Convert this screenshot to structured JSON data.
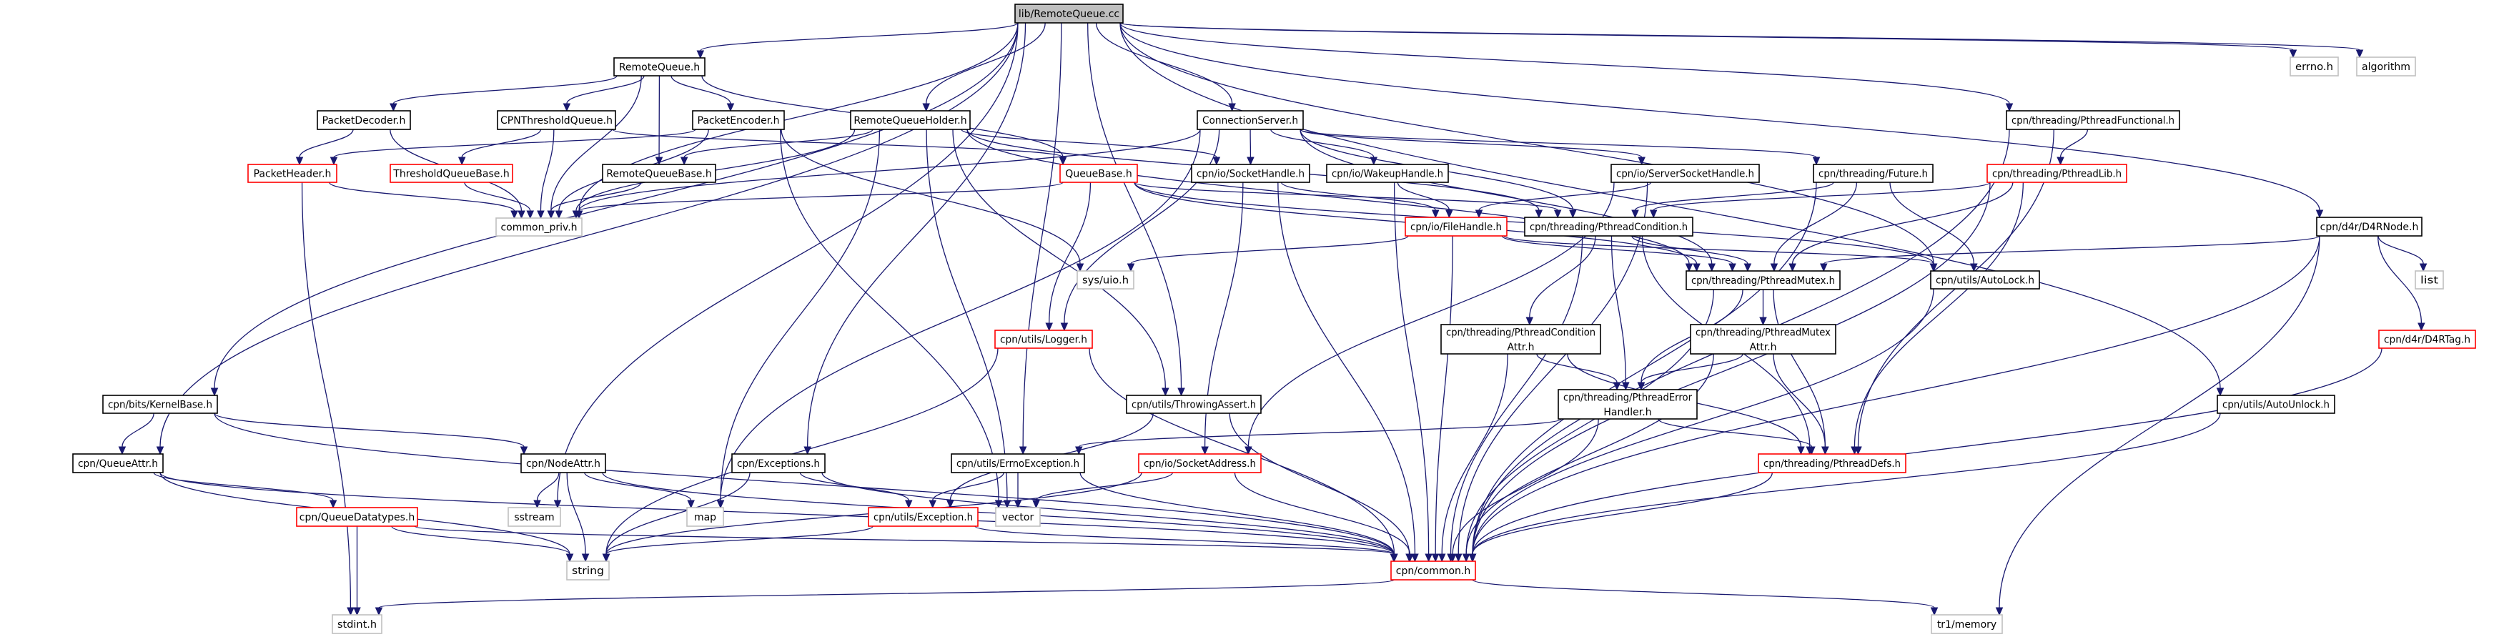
{
  "title": "lib/RemoteQueue.cc",
  "colors": {
    "edge": "#191970",
    "normal_border": "#000000",
    "red_border": "#ff0000",
    "external_border": "#bfbfbf",
    "root_fill": "#bfbfbf"
  },
  "nodes": [
    {
      "lines": [
        "lib/RemoteQueue.cc"
      ],
      "kind": "root"
    },
    {
      "lines": [
        "RemoteQueue.h"
      ],
      "kind": "normal"
    },
    {
      "lines": [
        "RemoteQueueHolder.h"
      ],
      "kind": "normal"
    },
    {
      "lines": [
        "ConnectionServer.h"
      ],
      "kind": "normal"
    },
    {
      "lines": [
        "errno.h"
      ],
      "kind": "external"
    },
    {
      "lines": [
        "algorithm"
      ],
      "kind": "external"
    },
    {
      "lines": [
        "PacketDecoder.h"
      ],
      "kind": "normal"
    },
    {
      "lines": [
        "CPNThresholdQueue.h"
      ],
      "kind": "normal"
    },
    {
      "lines": [
        "PacketEncoder.h"
      ],
      "kind": "normal"
    },
    {
      "lines": [
        "cpn/threading/PthreadFunctional.h"
      ],
      "kind": "normal"
    },
    {
      "lines": [
        "PacketHeader.h"
      ],
      "kind": "red"
    },
    {
      "lines": [
        "ThresholdQueueBase.h"
      ],
      "kind": "red"
    },
    {
      "lines": [
        "RemoteQueueBase.h"
      ],
      "kind": "normal"
    },
    {
      "lines": [
        "QueueBase.h"
      ],
      "kind": "red"
    },
    {
      "lines": [
        "cpn/io/SocketHandle.h"
      ],
      "kind": "normal"
    },
    {
      "lines": [
        "cpn/io/WakeupHandle.h"
      ],
      "kind": "normal"
    },
    {
      "lines": [
        "cpn/io/ServerSocketHandle.h"
      ],
      "kind": "normal"
    },
    {
      "lines": [
        "cpn/threading/Future.h"
      ],
      "kind": "normal"
    },
    {
      "lines": [
        "cpn/threading/PthreadLib.h"
      ],
      "kind": "red"
    },
    {
      "lines": [
        "common_priv.h"
      ],
      "kind": "external"
    },
    {
      "lines": [
        "cpn/io/FileHandle.h"
      ],
      "kind": "red"
    },
    {
      "lines": [
        "cpn/threading/PthreadCondition.h"
      ],
      "kind": "normal"
    },
    {
      "lines": [
        "cpn/d4r/D4RNode.h"
      ],
      "kind": "normal"
    },
    {
      "lines": [
        "sys/uio.h"
      ],
      "kind": "external"
    },
    {
      "lines": [
        "cpn/threading/PthreadMutex.h"
      ],
      "kind": "normal"
    },
    {
      "lines": [
        "cpn/utils/AutoLock.h"
      ],
      "kind": "normal"
    },
    {
      "lines": [
        "list"
      ],
      "kind": "external"
    },
    {
      "lines": [
        "cpn/utils/Logger.h"
      ],
      "kind": "red"
    },
    {
      "lines": [
        "cpn/threading/PthreadCondition",
        "Attr.h"
      ],
      "kind": "normal"
    },
    {
      "lines": [
        "cpn/threading/PthreadMutex",
        "Attr.h"
      ],
      "kind": "normal"
    },
    {
      "lines": [
        "cpn/d4r/D4RTag.h"
      ],
      "kind": "red"
    },
    {
      "lines": [
        "cpn/bits/KernelBase.h"
      ],
      "kind": "normal"
    },
    {
      "lines": [
        "cpn/utils/ThrowingAssert.h"
      ],
      "kind": "normal"
    },
    {
      "lines": [
        "cpn/threading/PthreadError",
        "Handler.h"
      ],
      "kind": "normal"
    },
    {
      "lines": [
        "cpn/utils/AutoUnlock.h"
      ],
      "kind": "normal"
    },
    {
      "lines": [
        "cpn/QueueAttr.h"
      ],
      "kind": "normal"
    },
    {
      "lines": [
        "cpn/NodeAttr.h"
      ],
      "kind": "normal"
    },
    {
      "lines": [
        "cpn/Exceptions.h"
      ],
      "kind": "normal"
    },
    {
      "lines": [
        "cpn/utils/ErrnoException.h"
      ],
      "kind": "normal"
    },
    {
      "lines": [
        "cpn/io/SocketAddress.h"
      ],
      "kind": "red"
    },
    {
      "lines": [
        "cpn/threading/PthreadDefs.h"
      ],
      "kind": "red"
    },
    {
      "lines": [
        "cpn/QueueDatatypes.h"
      ],
      "kind": "red"
    },
    {
      "lines": [
        "sstream"
      ],
      "kind": "external"
    },
    {
      "lines": [
        "map"
      ],
      "kind": "external"
    },
    {
      "lines": [
        "cpn/utils/Exception.h"
      ],
      "kind": "red"
    },
    {
      "lines": [
        "vector"
      ],
      "kind": "external"
    },
    {
      "lines": [
        "string"
      ],
      "kind": "external"
    },
    {
      "lines": [
        "cpn/common.h"
      ],
      "kind": "red"
    },
    {
      "lines": [
        "stdint.h"
      ],
      "kind": "external"
    },
    {
      "lines": [
        "tr1/memory"
      ],
      "kind": "external"
    }
  ],
  "edges": [
    [
      "lib/RemoteQueue.cc",
      "RemoteQueue.h"
    ],
    [
      "lib/RemoteQueue.cc",
      "RemoteQueueHolder.h"
    ],
    [
      "lib/RemoteQueue.cc",
      "ConnectionServer.h"
    ],
    [
      "lib/RemoteQueue.cc",
      "common_priv.h"
    ],
    [
      "lib/RemoteQueue.cc",
      "cpn/bits/KernelBase.h"
    ],
    [
      "lib/RemoteQueue.cc",
      "cpn/QueueAttr.h"
    ],
    [
      "lib/RemoteQueue.cc",
      "sstream"
    ],
    [
      "lib/RemoteQueue.cc",
      "cpn/Exceptions.h"
    ],
    [
      "lib/RemoteQueue.cc",
      "cpn/utils/ErrnoException.h"
    ],
    [
      "lib/RemoteQueue.cc",
      "cpn/utils/ThrowingAssert.h"
    ],
    [
      "lib/RemoteQueue.cc",
      "cpn/threading/PthreadFunctional.h"
    ],
    [
      "lib/RemoteQueue.cc",
      "cpn/utils/AutoLock.h"
    ],
    [
      "lib/RemoteQueue.cc",
      "cpn/utils/AutoUnlock.h"
    ],
    [
      "lib/RemoteQueue.cc",
      "cpn/d4r/D4RNode.h"
    ],
    [
      "lib/RemoteQueue.cc",
      "errno.h"
    ],
    [
      "lib/RemoteQueue.cc",
      "algorithm"
    ],
    [
      "RemoteQueue.h",
      "PacketDecoder.h"
    ],
    [
      "RemoteQueue.h",
      "CPNThresholdQueue.h"
    ],
    [
      "RemoteQueue.h",
      "PacketEncoder.h"
    ],
    [
      "RemoteQueue.h",
      "RemoteQueueBase.h"
    ],
    [
      "RemoteQueue.h",
      "common_priv.h"
    ],
    [
      "RemoteQueue.h",
      "QueueBase.h"
    ],
    [
      "PacketDecoder.h",
      "PacketHeader.h"
    ],
    [
      "PacketDecoder.h",
      "common_priv.h"
    ],
    [
      "CPNThresholdQueue.h",
      "ThresholdQueueBase.h"
    ],
    [
      "CPNThresholdQueue.h",
      "common_priv.h"
    ],
    [
      "CPNThresholdQueue.h",
      "QueueBase.h"
    ],
    [
      "PacketEncoder.h",
      "PacketHeader.h"
    ],
    [
      "PacketEncoder.h",
      "common_priv.h"
    ],
    [
      "PacketEncoder.h",
      "vector"
    ],
    [
      "PacketEncoder.h",
      "sys/uio.h"
    ],
    [
      "PacketHeader.h",
      "common_priv.h"
    ],
    [
      "PacketHeader.h",
      "stdint.h"
    ],
    [
      "ThresholdQueueBase.h",
      "common_priv.h"
    ],
    [
      "RemoteQueueBase.h",
      "common_priv.h"
    ],
    [
      "RemoteQueueHolder.h",
      "RemoteQueueBase.h"
    ],
    [
      "RemoteQueueHolder.h",
      "common_priv.h"
    ],
    [
      "RemoteQueueHolder.h",
      "map"
    ],
    [
      "RemoteQueueHolder.h",
      "vector"
    ],
    [
      "RemoteQueueHolder.h",
      "cpn/io/SocketHandle.h"
    ],
    [
      "RemoteQueueHolder.h",
      "cpn/threading/PthreadMutex.h"
    ],
    [
      "RemoteQueueHolder.h",
      "cpn/threading/PthreadCondition.h"
    ],
    [
      "RemoteQueueHolder.h",
      "cpn/utils/ThrowingAssert.h"
    ],
    [
      "ConnectionServer.h",
      "cpn/io/SocketHandle.h"
    ],
    [
      "ConnectionServer.h",
      "cpn/io/WakeupHandle.h"
    ],
    [
      "ConnectionServer.h",
      "cpn/io/ServerSocketHandle.h"
    ],
    [
      "ConnectionServer.h",
      "cpn/threading/Future.h"
    ],
    [
      "ConnectionServer.h",
      "cpn/threading/PthreadMutex.h"
    ],
    [
      "ConnectionServer.h",
      "cpn/threading/PthreadCondition.h"
    ],
    [
      "ConnectionServer.h",
      "common_priv.h"
    ],
    [
      "ConnectionServer.h",
      "cpn/utils/Logger.h"
    ],
    [
      "ConnectionServer.h",
      "map"
    ],
    [
      "QueueBase.h",
      "common_priv.h"
    ],
    [
      "QueueBase.h",
      "cpn/utils/Logger.h"
    ],
    [
      "QueueBase.h",
      "cpn/threading/PthreadMutex.h"
    ],
    [
      "QueueBase.h",
      "cpn/threading/PthreadCondition.h"
    ],
    [
      "QueueBase.h",
      "cpn/utils/AutoLock.h"
    ],
    [
      "cpn/io/SocketHandle.h",
      "cpn/io/FileHandle.h"
    ],
    [
      "cpn/io/SocketHandle.h",
      "cpn/io/SocketAddress.h"
    ],
    [
      "cpn/io/SocketHandle.h",
      "cpn/common.h"
    ],
    [
      "cpn/io/WakeupHandle.h",
      "cpn/io/FileHandle.h"
    ],
    [
      "cpn/io/WakeupHandle.h",
      "cpn/common.h"
    ],
    [
      "cpn/io/ServerSocketHandle.h",
      "cpn/io/FileHandle.h"
    ],
    [
      "cpn/io/ServerSocketHandle.h",
      "cpn/io/SocketAddress.h"
    ],
    [
      "cpn/io/ServerSocketHandle.h",
      "cpn/common.h"
    ],
    [
      "cpn/io/FileHandle.h",
      "sys/uio.h"
    ],
    [
      "cpn/io/FileHandle.h",
      "cpn/common.h"
    ],
    [
      "cpn/io/FileHandle.h",
      "cpn/threading/PthreadMutex.h"
    ],
    [
      "cpn/io/FileHandle.h",
      "cpn/utils/AutoLock.h"
    ],
    [
      "cpn/threading/PthreadCondition.h",
      "cpn/threading/PthreadMutex.h"
    ],
    [
      "cpn/threading/PthreadCondition.h",
      "cpn/threading/PthreadConditionAttr.h"
    ],
    [
      "cpn/threading/PthreadCondition.h",
      "cpn/threading/PthreadErrorHandler.h"
    ],
    [
      "cpn/threading/PthreadCondition.h",
      "cpn/threading/PthreadDefs.h"
    ],
    [
      "cpn/threading/PthreadCondition.h",
      "cpn/common.h"
    ],
    [
      "cpn/threading/Future.h",
      "cpn/threading/PthreadCondition.h"
    ],
    [
      "cpn/threading/Future.h",
      "cpn/threading/PthreadMutex.h"
    ],
    [
      "cpn/threading/Future.h",
      "cpn/utils/AutoLock.h"
    ],
    [
      "cpn/threading/Future.h",
      "cpn/common.h"
    ],
    [
      "cpn/threading/PthreadFunctional.h",
      "cpn/threading/PthreadLib.h"
    ],
    [
      "cpn/threading/PthreadFunctional.h",
      "cpn/threading/PthreadDefs.h"
    ],
    [
      "cpn/threading/PthreadFunctional.h",
      "cpn/common.h"
    ],
    [
      "cpn/threading/PthreadLib.h",
      "cpn/threading/PthreadCondition.h"
    ],
    [
      "cpn/threading/PthreadLib.h",
      "cpn/threading/PthreadMutex.h"
    ],
    [
      "cpn/threading/PthreadLib.h",
      "cpn/threading/PthreadDefs.h"
    ],
    [
      "cpn/threading/PthreadLib.h",
      "cpn/common.h"
    ],
    [
      "cpn/threading/PthreadMutex.h",
      "cpn/threading/PthreadMutexAttr.h"
    ],
    [
      "cpn/threading/PthreadMutex.h",
      "cpn/threading/PthreadErrorHandler.h"
    ],
    [
      "cpn/threading/PthreadMutex.h",
      "cpn/threading/PthreadDefs.h"
    ],
    [
      "cpn/threading/PthreadMutex.h",
      "cpn/common.h"
    ],
    [
      "cpn/utils/AutoLock.h",
      "cpn/common.h"
    ],
    [
      "cpn/d4r/D4RNode.h",
      "cpn/threading/PthreadMutex.h"
    ],
    [
      "cpn/d4r/D4RNode.h",
      "list"
    ],
    [
      "cpn/d4r/D4RNode.h",
      "cpn/d4r/D4RTag.h"
    ],
    [
      "cpn/d4r/D4RNode.h",
      "cpn/common.h"
    ],
    [
      "cpn/d4r/D4RNode.h",
      "tr1/memory"
    ],
    [
      "cpn/d4r/D4RTag.h",
      "cpn/common.h"
    ],
    [
      "cpn/utils/AutoUnlock.h",
      "cpn/common.h"
    ],
    [
      "cpn/threading/PthreadConditionAttr.h",
      "cpn/threading/PthreadErrorHandler.h"
    ],
    [
      "cpn/threading/PthreadConditionAttr.h",
      "cpn/threading/PthreadDefs.h"
    ],
    [
      "cpn/threading/PthreadConditionAttr.h",
      "cpn/common.h"
    ],
    [
      "cpn/threading/PthreadMutexAttr.h",
      "cpn/threading/PthreadErrorHandler.h"
    ],
    [
      "cpn/threading/PthreadMutexAttr.h",
      "cpn/threading/PthreadDefs.h"
    ],
    [
      "cpn/threading/PthreadMutexAttr.h",
      "cpn/common.h"
    ],
    [
      "cpn/threading/PthreadErrorHandler.h",
      "cpn/utils/ErrnoException.h"
    ],
    [
      "cpn/threading/PthreadErrorHandler.h",
      "cpn/threading/PthreadDefs.h"
    ],
    [
      "cpn/threading/PthreadErrorHandler.h",
      "cpn/common.h"
    ],
    [
      "cpn/threading/PthreadDefs.h",
      "cpn/common.h"
    ],
    [
      "cpn/utils/Logger.h",
      "string"
    ],
    [
      "cpn/utils/Logger.h",
      "cpn/common.h"
    ],
    [
      "cpn/utils/ThrowingAssert.h",
      "cpn/utils/Exception.h"
    ],
    [
      "cpn/utils/ThrowingAssert.h",
      "cpn/common.h"
    ],
    [
      "cpn/utils/ErrnoException.h",
      "cpn/utils/Exception.h"
    ],
    [
      "cpn/utils/ErrnoException.h",
      "vector"
    ],
    [
      "cpn/utils/ErrnoException.h",
      "cpn/common.h"
    ],
    [
      "cpn/io/SocketAddress.h",
      "vector"
    ],
    [
      "cpn/io/SocketAddress.h",
      "string"
    ],
    [
      "cpn/io/SocketAddress.h",
      "cpn/common.h"
    ],
    [
      "cpn/utils/Exception.h",
      "string"
    ],
    [
      "cpn/utils/Exception.h",
      "cpn/common.h"
    ],
    [
      "cpn/Exceptions.h",
      "cpn/utils/Exception.h"
    ],
    [
      "cpn/Exceptions.h",
      "string"
    ],
    [
      "cpn/Exceptions.h",
      "cpn/common.h"
    ],
    [
      "cpn/bits/KernelBase.h",
      "cpn/QueueAttr.h"
    ],
    [
      "cpn/bits/KernelBase.h",
      "cpn/NodeAttr.h"
    ],
    [
      "cpn/bits/KernelBase.h",
      "cpn/common.h"
    ],
    [
      "cpn/QueueAttr.h",
      "cpn/QueueDatatypes.h"
    ],
    [
      "cpn/QueueAttr.h",
      "string"
    ],
    [
      "cpn/QueueAttr.h",
      "cpn/common.h"
    ],
    [
      "cpn/NodeAttr.h",
      "sstream"
    ],
    [
      "cpn/NodeAttr.h",
      "string"
    ],
    [
      "cpn/NodeAttr.h",
      "map"
    ],
    [
      "cpn/NodeAttr.h",
      "cpn/common.h"
    ],
    [
      "cpn/QueueDatatypes.h",
      "stdint.h"
    ],
    [
      "cpn/QueueDatatypes.h",
      "string"
    ],
    [
      "cpn/QueueDatatypes.h",
      "cpn/common.h"
    ],
    [
      "cpn/common.h",
      "stdint.h"
    ],
    [
      "cpn/common.h",
      "tr1/memory"
    ]
  ]
}
